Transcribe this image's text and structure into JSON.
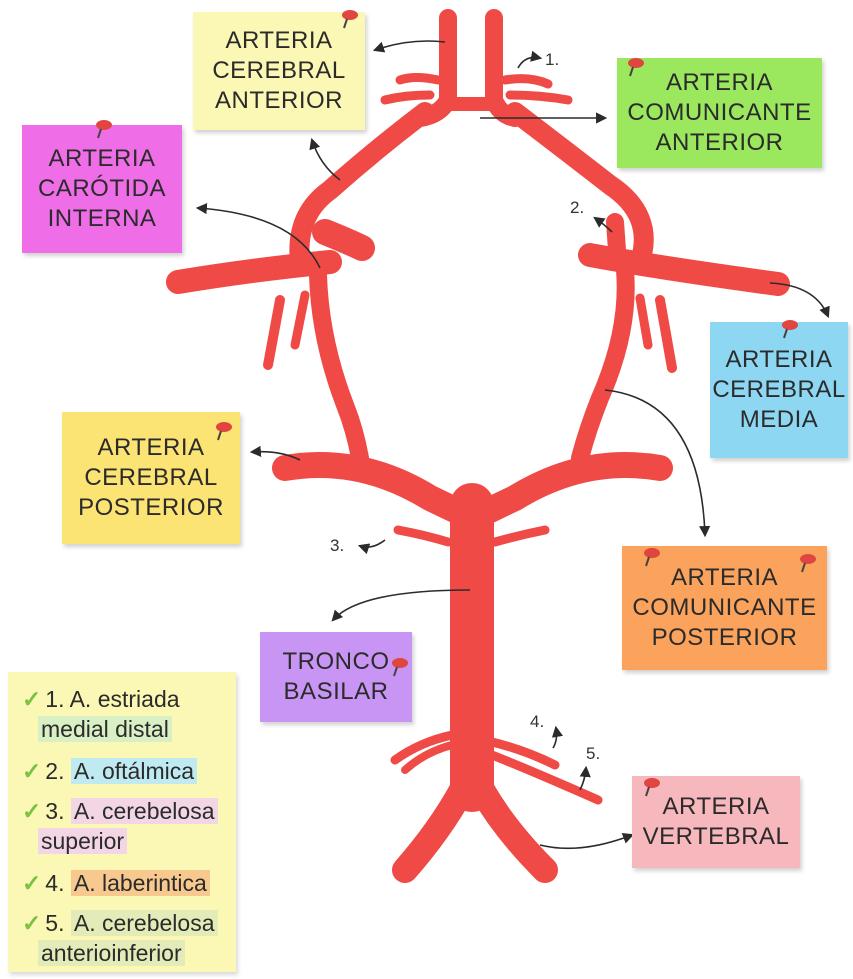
{
  "colors": {
    "vessel": "#f04a46",
    "arrow": "#2b2b2b",
    "pin": "#e0453f"
  },
  "labels": {
    "anterior": {
      "lines": [
        "ARTERIA",
        "CEREBRAL",
        "ANTERIOR"
      ],
      "bg": "#fbf7b4"
    },
    "comunicante_anterior": {
      "lines": [
        "ARTERIA",
        "COMUNICANTE",
        "ANTERIOR"
      ],
      "bg": "#9be85e"
    },
    "carotida": {
      "lines": [
        "ARTERIA",
        "CARÓTIDA",
        "INTERNA"
      ],
      "bg": "#ef6ee8"
    },
    "media": {
      "lines": [
        "ARTERIA",
        "CEREBRAL",
        "MEDIA"
      ],
      "bg": "#8ed7f3"
    },
    "posterior": {
      "lines": [
        "ARTERIA",
        "CEREBRAL",
        "POSTERIOR"
      ],
      "bg": "#fbe374"
    },
    "comunicante_posterior": {
      "lines": [
        "ARTERIA",
        "COMUNICANTE",
        "POSTERIOR"
      ],
      "bg": "#fba35c"
    },
    "basilar": {
      "lines": [
        "TRONCO",
        "BASILAR"
      ],
      "bg": "#c995f4"
    },
    "vertebral": {
      "lines": [
        "ARTERIA",
        "VERTEBRAL"
      ],
      "bg": "#f7b8bd"
    }
  },
  "numbers": [
    "1.",
    "2.",
    "3.",
    "4.",
    "5."
  ],
  "legend": {
    "check": "✓",
    "items": [
      {
        "num": "1.",
        "text": "A. estriada",
        "text2": "medial distal",
        "hl": "#d9f0c4"
      },
      {
        "num": "2.",
        "text": "A. oftálmica",
        "hl": "#bfeaf2"
      },
      {
        "num": "3.",
        "text": "A. cerebelosa",
        "text2": "superior",
        "hl": "#f3d6e6"
      },
      {
        "num": "4.",
        "text": "A. laberintica",
        "hl": "#f8c98e"
      },
      {
        "num": "5.",
        "text": "A. cerebelosa",
        "text2": "anterioinferior",
        "hl": "#e3ecb8"
      }
    ]
  }
}
